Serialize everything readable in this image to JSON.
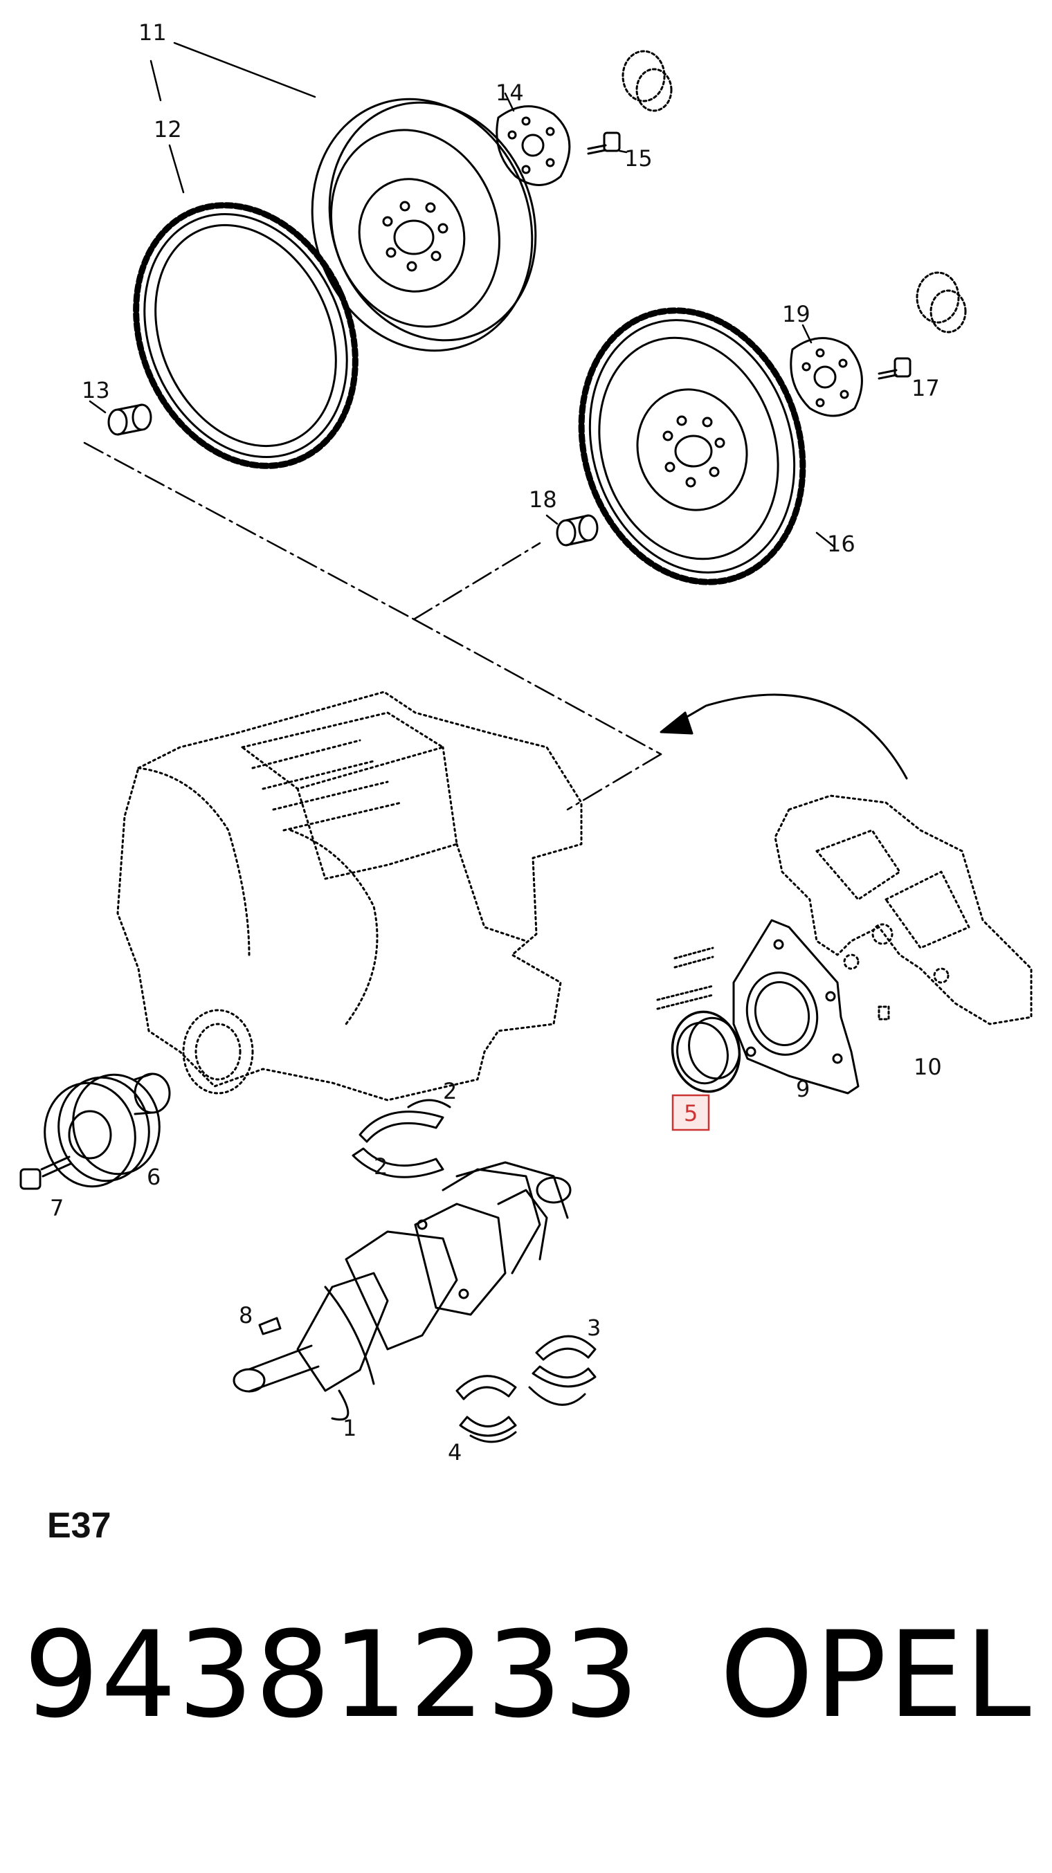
{
  "diagram": {
    "callouts": {
      "c1": "1",
      "c2a": "2",
      "c2b": "2",
      "c3": "3",
      "c4": "4",
      "c5": "5",
      "c6": "6",
      "c7": "7",
      "c8": "8",
      "c9": "9",
      "c10": "10",
      "c11": "11",
      "c12": "12",
      "c13": "13",
      "c14": "14",
      "c15": "15",
      "c16": "16",
      "c17": "17",
      "c18": "18",
      "c19": "19"
    },
    "highlighted_callout": "5",
    "highlight_color": "#cc3333",
    "line_color": "#000000"
  },
  "footer": {
    "section_code": "E37",
    "part_number": "94381233",
    "brand": "OPEL"
  }
}
